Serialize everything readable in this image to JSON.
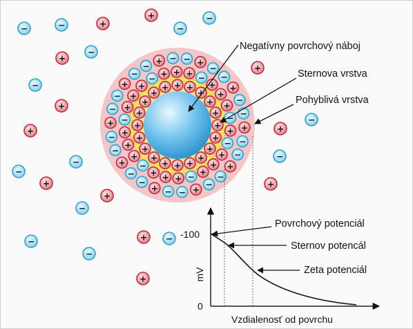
{
  "labels": {
    "surface_charge": "Negatívny povrchový náboj",
    "stern_layer": "Sternova vrstva",
    "mobile_layer": "Pohyblivá vrstva",
    "surface_potential": "Povrchový potenciál",
    "stern_potential": "Sternov potencál",
    "zeta_potential": "Zeta potenciál"
  },
  "graph": {
    "y_tick_top": "-100",
    "y_tick_zero": "0",
    "y_label": "mV",
    "x_label": "Vzdialenosť od povrchu"
  },
  "ions": {
    "positive_symbol": "+",
    "negative_symbol": "−"
  },
  "colors": {
    "positive_fill": "#e58e96",
    "positive_stroke": "#c52a36",
    "negative_fill": "#9ed8ec",
    "negative_stroke": "#2ea3cf",
    "particle": "#3aa2dc",
    "stern_band": "#f7e06a",
    "diffuse_halo": "#f5c4c6"
  }
}
